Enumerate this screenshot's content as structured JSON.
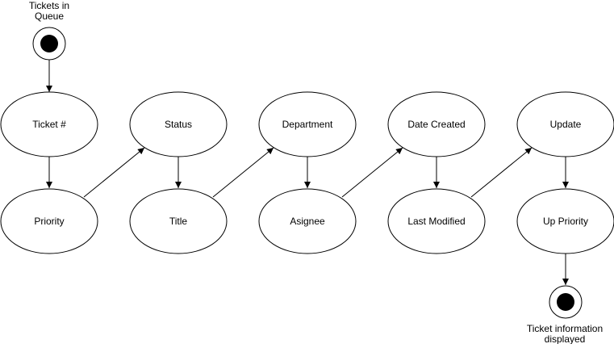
{
  "diagram": {
    "start": {
      "label_lines": [
        "Tickets in",
        "Queue"
      ]
    },
    "end": {
      "label_lines": [
        "Ticket information",
        "displayed"
      ]
    },
    "nodes": {
      "ticket_number": "Ticket #",
      "status": "Status",
      "department": "Department",
      "date_created": "Date Created",
      "update": "Update",
      "priority": "Priority",
      "title": "Title",
      "asignee": "Asignee",
      "last_modified": "Last Modified",
      "up_priority": "Up Priority"
    }
  }
}
